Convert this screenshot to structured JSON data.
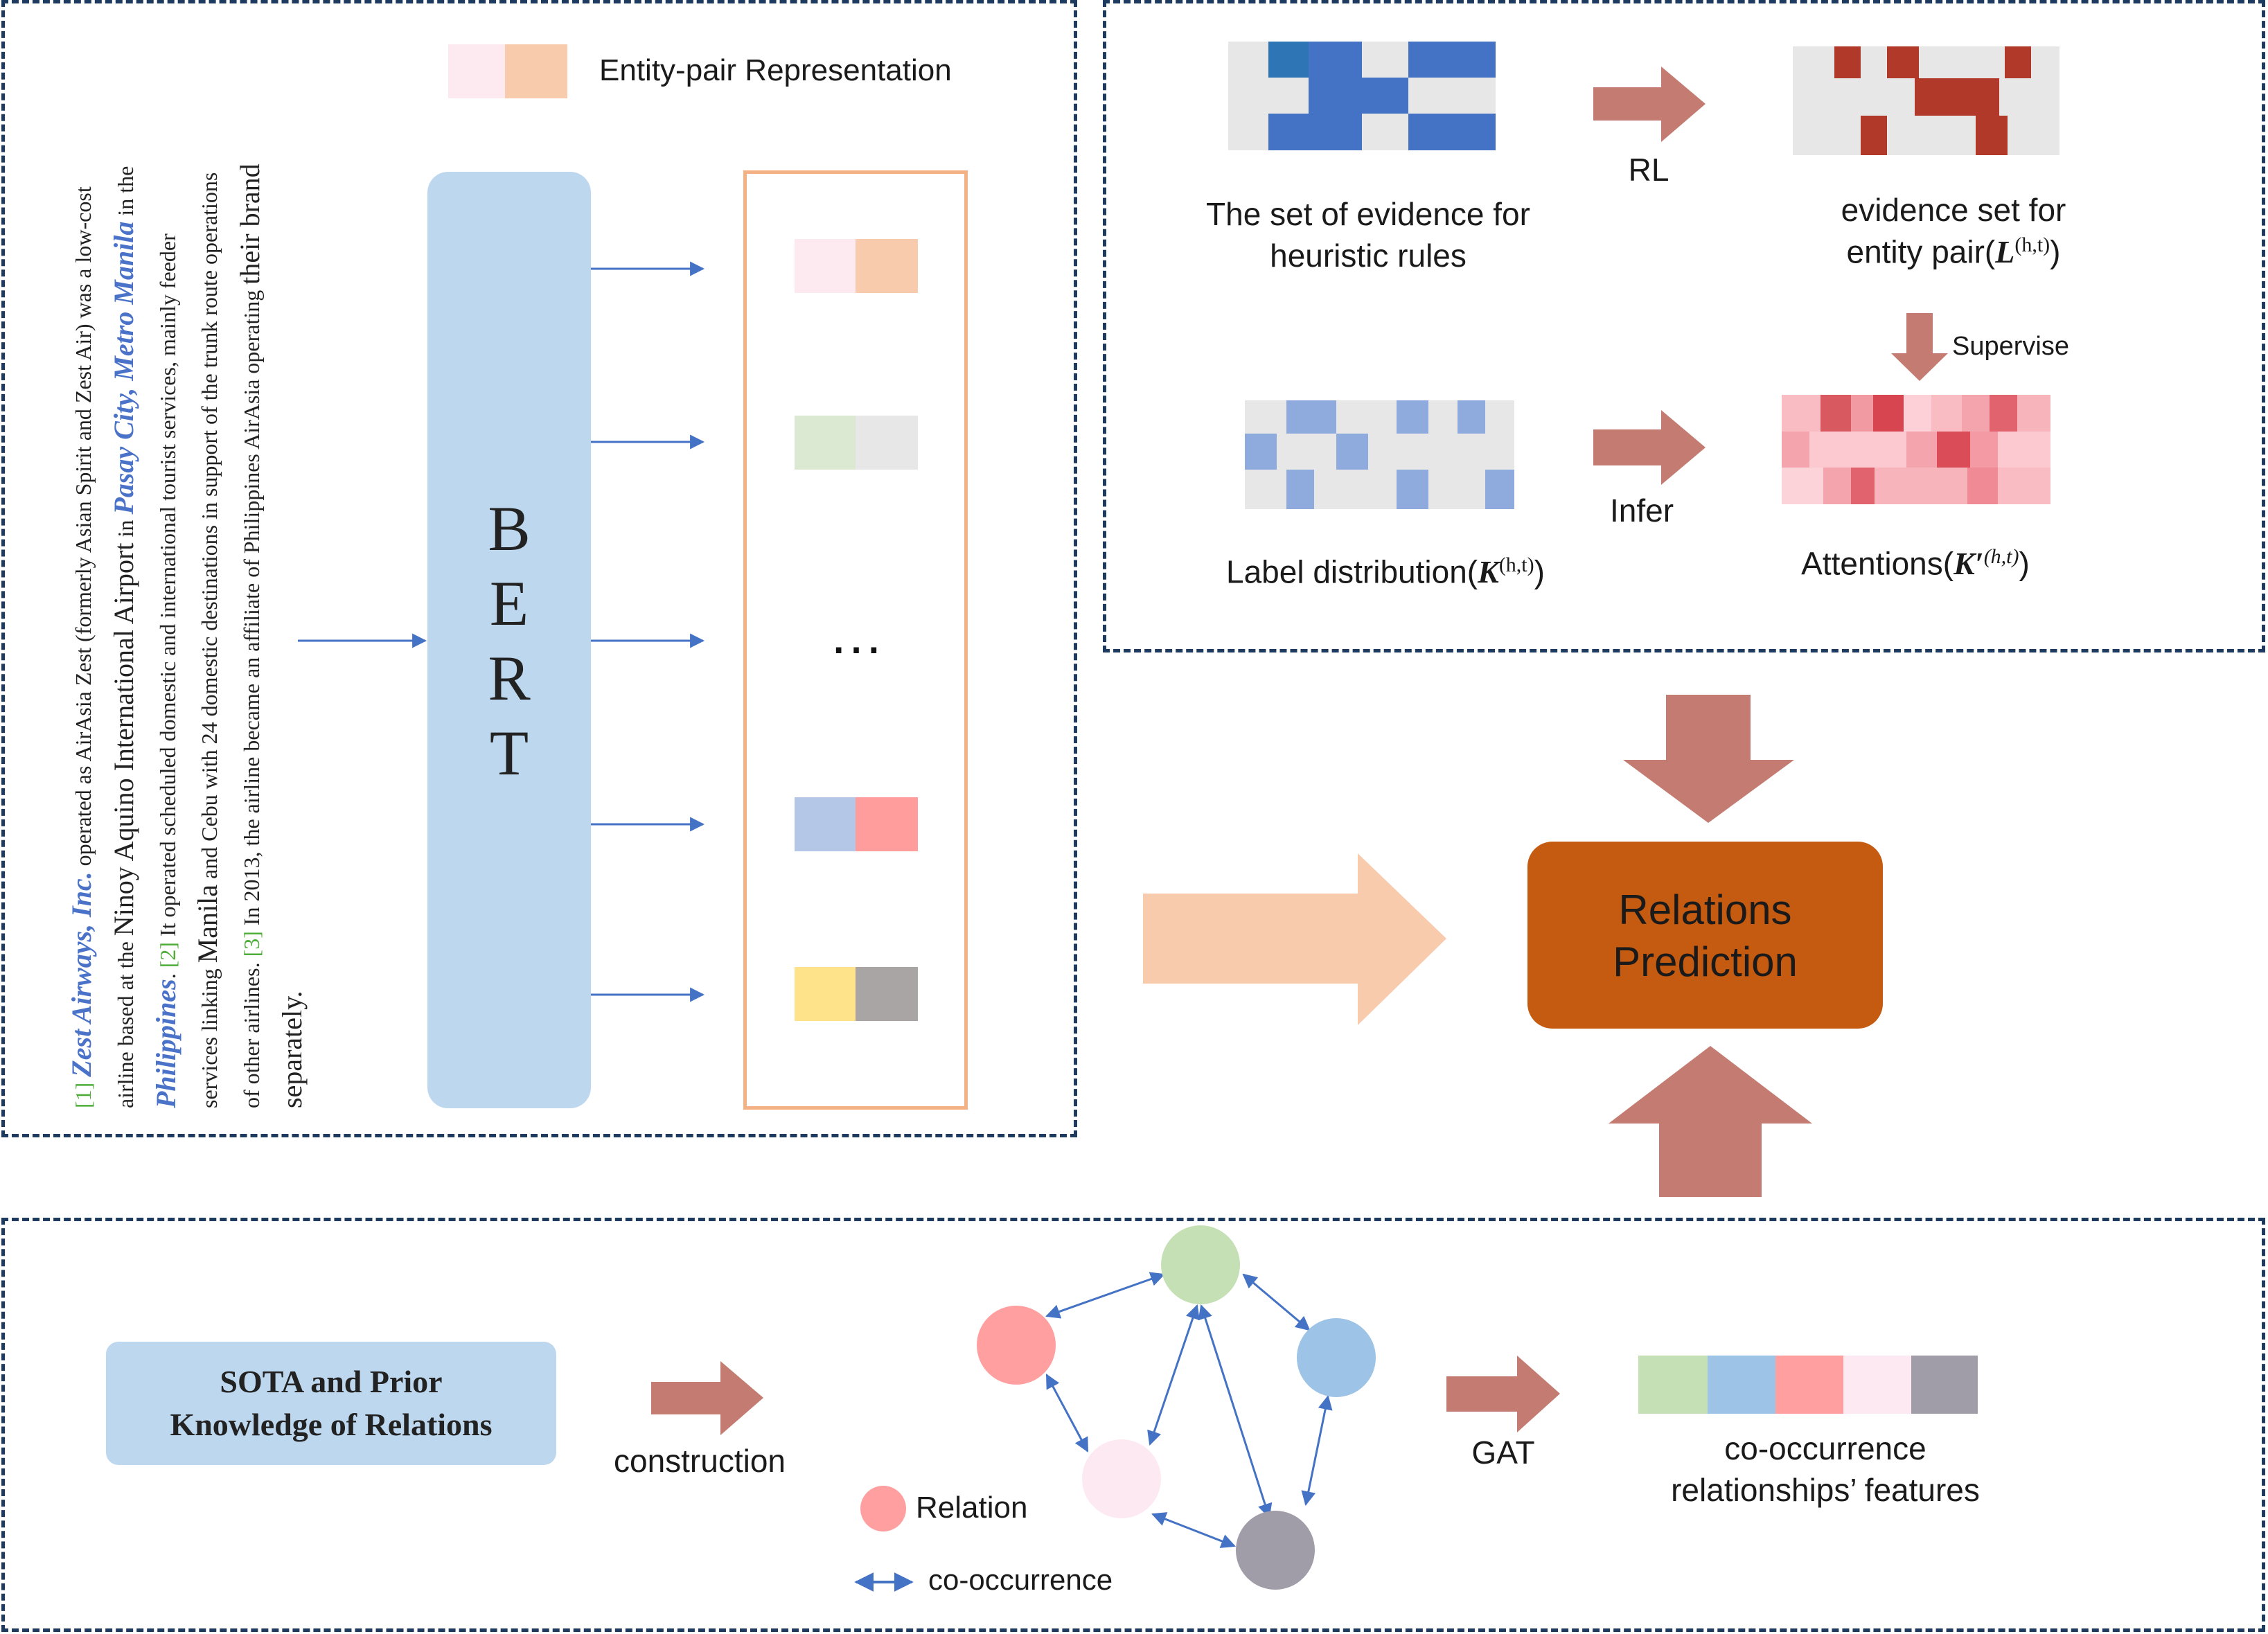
{
  "legend": {
    "entity_pair": "Entity-pair Representation"
  },
  "document": {
    "ref1": "[1]",
    "entity1": "Zest Airways, Inc.",
    "t1": " operated as AirAsia Zest (formerly Asian Spirit and Zest Air) was a low-cost airline based at the ",
    "big1": "Ninoy Aquino International Airport",
    "t2": " in ",
    "entity2": "Pasay City, Metro Manila",
    "t3": " in the ",
    "entity3": "Philippines",
    "t4": ". ",
    "ref2": "[2]",
    "t5": " It operated scheduled domestic and international tourist services, mainly feeder services linking ",
    "big2": "Manila",
    "t6": " and Cebu with 24 domestic destinations in support of the trunk route operations of other airlines. ",
    "ref3": "[3]",
    "t7": " In 2013, the airline became an affiliate of Philippines AirAsia operating ",
    "big3": "their brand separately."
  },
  "bert": {
    "letters": [
      "B",
      "E",
      "R",
      "T"
    ]
  },
  "entity_list": {
    "ellipsis": "…"
  },
  "top_right": {
    "heuristic_label_1": "The set of evidence for",
    "heuristic_label_2": "heuristic rules",
    "rl_label": "RL",
    "evidence_label_1": "evidence set for",
    "evidence_label_2": "entity pair(",
    "evidence_sym": "L",
    "evidence_sup": "(h,t)",
    "evidence_close": ")",
    "supervise_label": "Supervise",
    "label_dist_text": "Label distribution(",
    "label_dist_sym": "K",
    "label_dist_sup": "(h,t)",
    "label_dist_close": ")",
    "infer_label": "Infer",
    "attention_text": "Attentions(",
    "attention_sym": "K′",
    "attention_sup": "(h,t)",
    "attention_close": ")"
  },
  "center": {
    "prediction_line1": "Relations",
    "prediction_line2": "Prediction"
  },
  "bottom": {
    "sota_line1": "SOTA and Prior",
    "sota_line2": "Knowledge of Relations",
    "construction_label": "construction",
    "gat_label": "GAT",
    "legend_relation": "Relation",
    "legend_cooccurrence": "co-occurrence",
    "features_line1": "co-occurrence",
    "features_line2": "relationships’ features"
  },
  "colors": {
    "panel_border": "#1f3a5f",
    "bert_fill": "#bdd7ee",
    "entity_box_border": "#f4b183",
    "arrow_brown": "#c47c72",
    "arrow_peach": "#f8cbad",
    "prediction_fill": "#c55a11",
    "graph_arrow": "#4472c4"
  }
}
